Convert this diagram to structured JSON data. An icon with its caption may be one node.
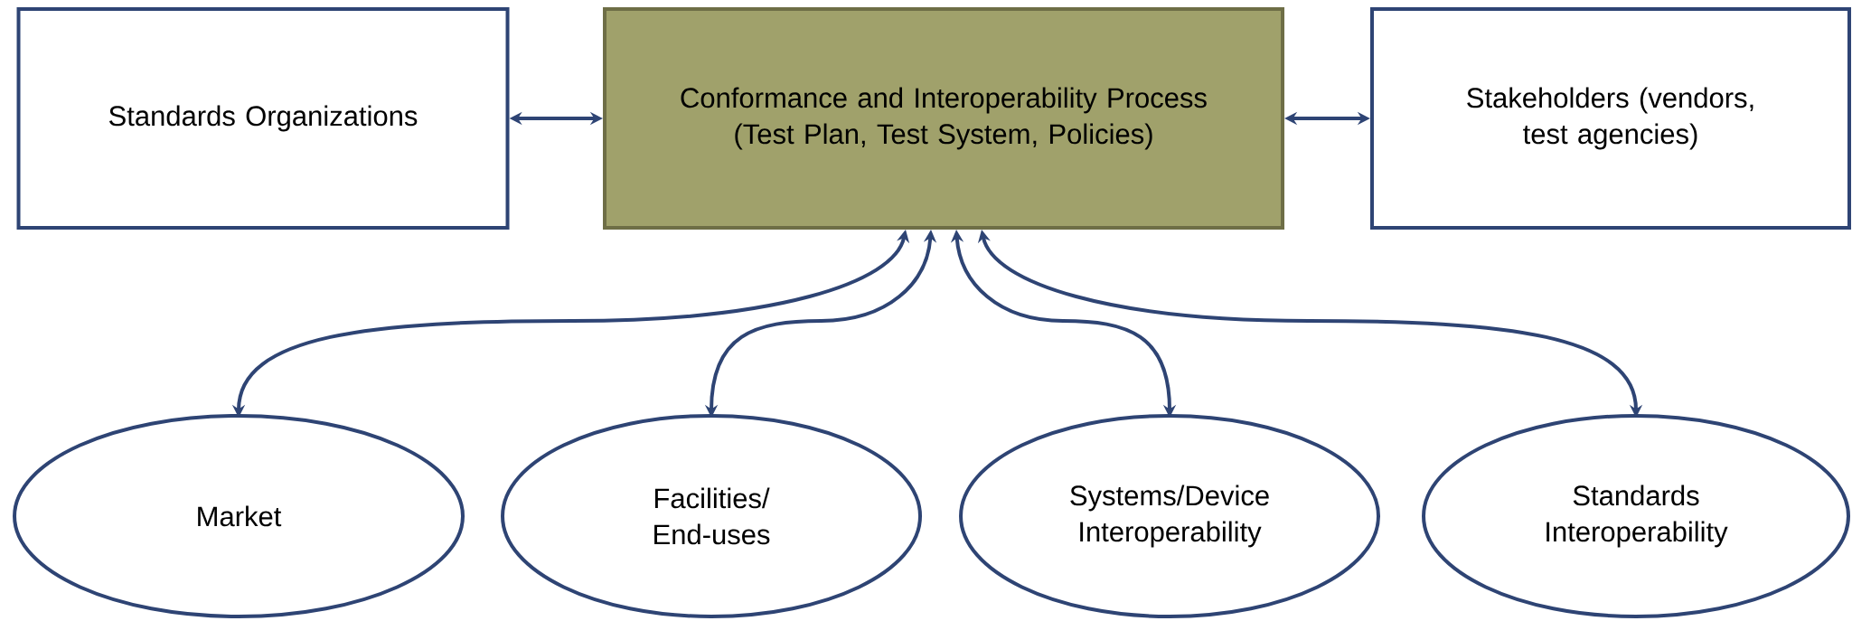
{
  "diagram": {
    "nodes": [
      {
        "text": [
          "Standards Organizations"
        ]
      },
      {
        "text": [
          "Conformance and Interoperability Process (Test Plan, Test System, Policies)"
        ]
      },
      {
        "text": [
          "Stakeholders (vendors, test agencies)"
        ]
      },
      {
        "text": [
          "Market"
        ]
      },
      {
        "text": [
          "Facilities/ End-uses"
        ]
      },
      {
        "text": [
          "Systems/Device Interoperability"
        ]
      },
      {
        "text": [
          "Standards Interoperability"
        ]
      }
    ],
    "edges": [
      {
        "from": 0,
        "to": 1,
        "arrow": "both"
      },
      {
        "from": 1,
        "to": 2,
        "arrow": "both"
      },
      {
        "from": 1,
        "to": 3,
        "arrow": "both"
      },
      {
        "from": 1,
        "to": 4,
        "arrow": "both"
      },
      {
        "from": 1,
        "to": 5,
        "arrow": "both"
      },
      {
        "from": 1,
        "to": 6,
        "arrow": "both"
      }
    ]
  }
}
